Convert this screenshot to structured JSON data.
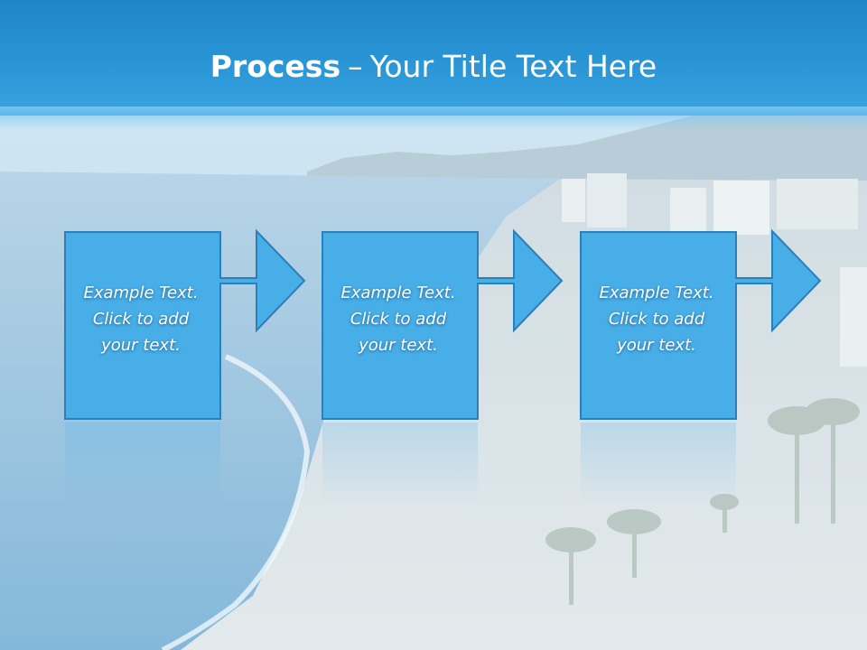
{
  "slide": {
    "title_bold": "Process",
    "title_separator": "–",
    "title_rest": "Your Title Text Here"
  },
  "steps": [
    {
      "lines": [
        "Example Text.",
        "Click  to add",
        "your text."
      ]
    },
    {
      "lines": [
        "Example Text.",
        "Click  to add",
        "your text."
      ]
    },
    {
      "lines": [
        "Example Text.",
        "Click  to add",
        "your text."
      ]
    }
  ],
  "colors": {
    "title_band": "#2b97d7",
    "shape_fill": "#48aee8",
    "shape_stroke": "#2d7fb8",
    "sea": "#7fb7d8",
    "sand": "#c9d8e0"
  }
}
